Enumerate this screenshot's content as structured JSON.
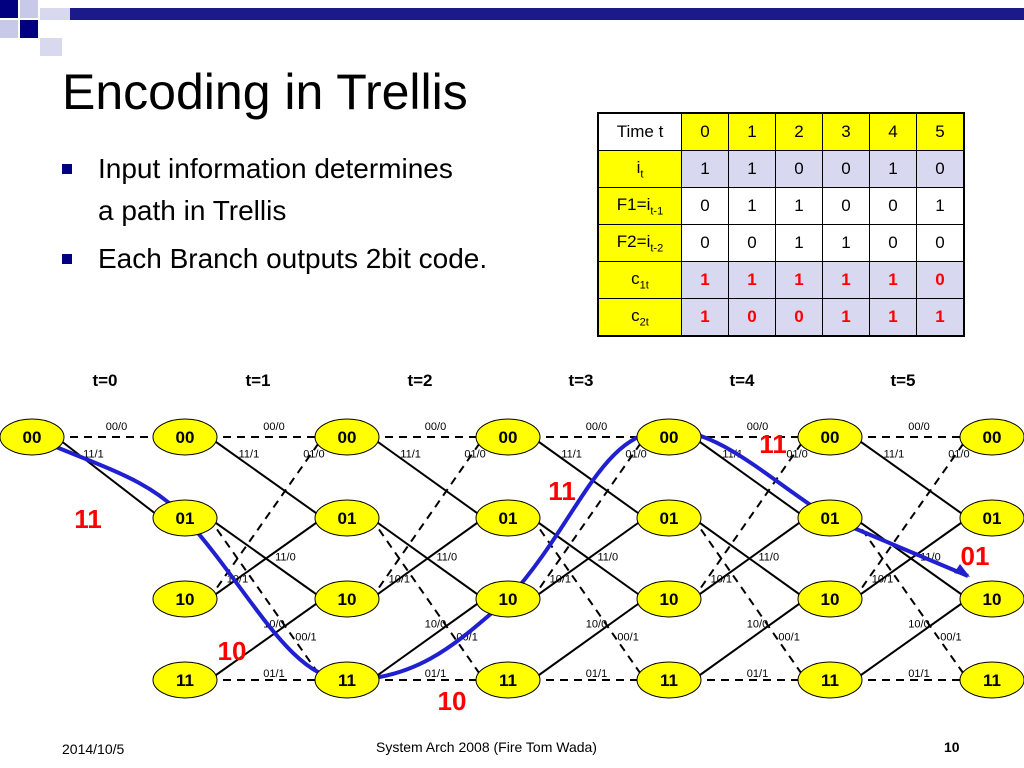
{
  "slide": {
    "title": "Encoding in Trellis",
    "bullets": [
      {
        "lines": [
          "Input information determines",
          "a path in Trellis"
        ]
      },
      {
        "lines": [
          "Each Branch outputs 2bit code."
        ]
      }
    ],
    "footer": {
      "date": "2014/10/5",
      "center": "System Arch 2008  (Fire Tom Wada)",
      "page": "10"
    }
  },
  "colors": {
    "node": "#ffff00",
    "path": "#2020d0",
    "accent": "#ff0000",
    "lavender": "#d8d8f0",
    "deco_navy": "#000080"
  },
  "table": {
    "header": {
      "label": "Time t",
      "values": [
        "0",
        "1",
        "2",
        "3",
        "4",
        "5"
      ]
    },
    "rows": [
      {
        "label": "i",
        "sub": "t",
        "values": [
          "1",
          "1",
          "0",
          "0",
          "1",
          "0"
        ],
        "red": false
      },
      {
        "label": "F1=i",
        "sub": "t-1",
        "values": [
          "0",
          "1",
          "1",
          "0",
          "0",
          "1"
        ],
        "red": false
      },
      {
        "label": "F2=i",
        "sub": "t-2",
        "values": [
          "0",
          "0",
          "1",
          "1",
          "0",
          "0"
        ],
        "red": false
      },
      {
        "label": "c",
        "sub": "1t",
        "values": [
          "1",
          "1",
          "1",
          "1",
          "1",
          "0"
        ],
        "red": true
      },
      {
        "label": "c",
        "sub": "2t",
        "values": [
          "1",
          "0",
          "0",
          "1",
          "1",
          "1"
        ],
        "red": true
      }
    ]
  },
  "trellis": {
    "time_labels": [
      "t=0",
      "t=1",
      "t=2",
      "t=3",
      "t=4",
      "t=5"
    ],
    "states": [
      "00",
      "01",
      "10",
      "11"
    ],
    "branch_labels": {
      "00_00": "00/0",
      "00_01": "11/1",
      "01_10": "11/0",
      "01_11": "00/1",
      "10_00": "01/0",
      "10_01": "10/1",
      "11_10": "10/0",
      "11_11": "01/1"
    },
    "path_output_labels": [
      "11",
      "10",
      "11",
      "11",
      "01",
      "10"
    ]
  }
}
